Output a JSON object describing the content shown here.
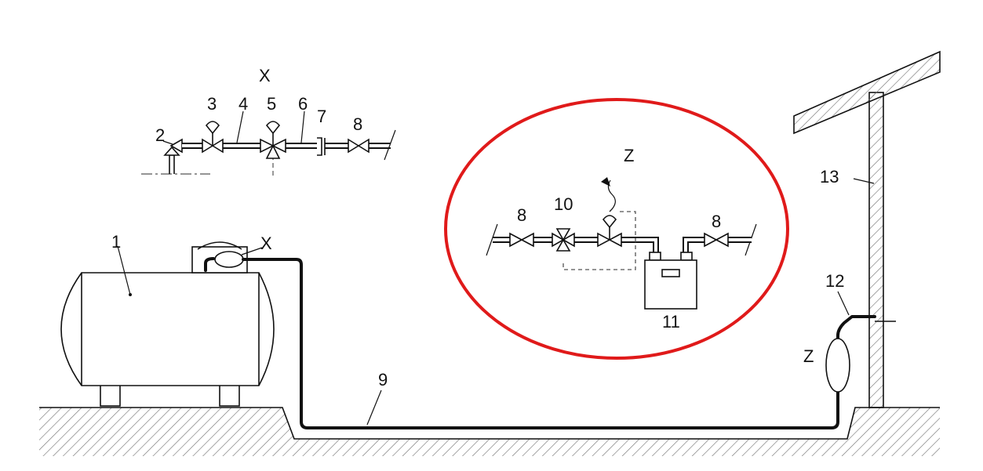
{
  "labels": {
    "tank": "1",
    "fill_nozzle": "2",
    "valve_3": "3",
    "pipe_4": "4",
    "valve_5": "5",
    "pipe_6": "6",
    "flange_7": "7",
    "shutoff_8": "8",
    "underground_pipe": "9",
    "regulator_10": "10",
    "gas_meter": "11",
    "house_entry": "12",
    "wall": "13",
    "detail_x_title": "X",
    "detail_x_marker": "X",
    "detail_z_title": "Z",
    "detail_z_marker": "Z"
  },
  "colors": {
    "highlight_ellipse": "#e01a1a",
    "ink": "#111111",
    "hatch": "#777777"
  }
}
